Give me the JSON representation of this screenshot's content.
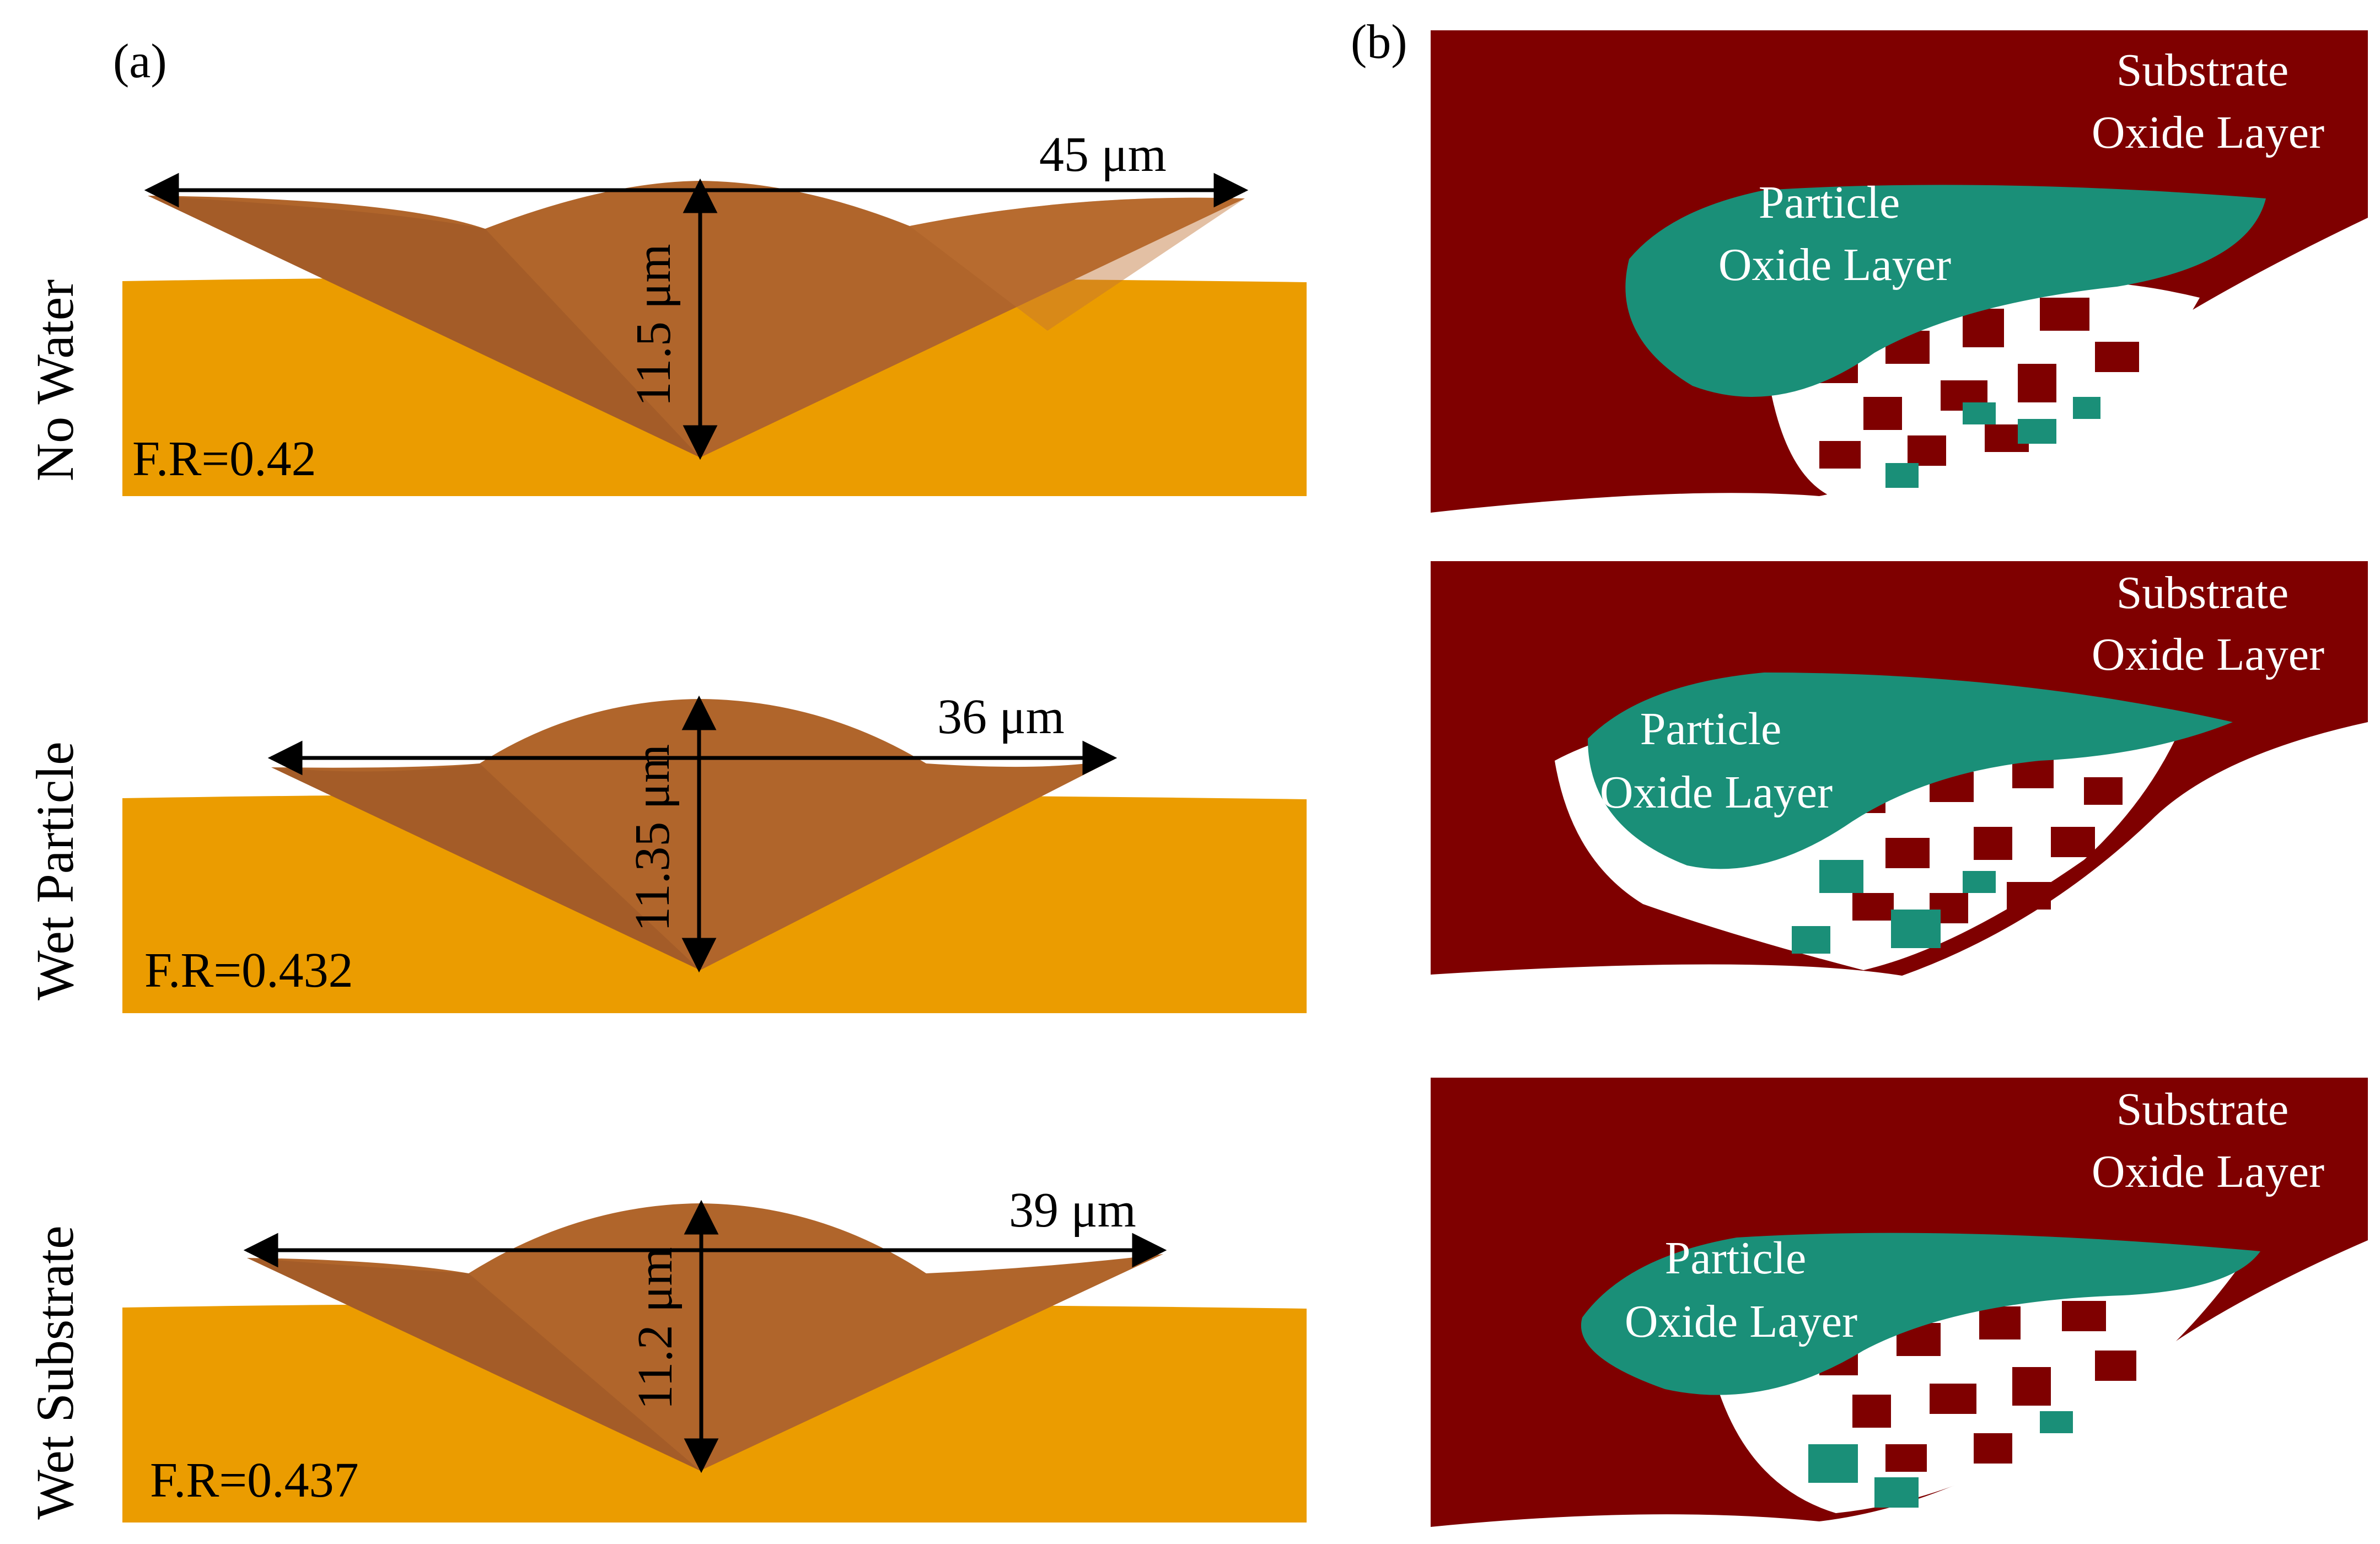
{
  "panel_labels": {
    "a": "(a)",
    "b": "(b)"
  },
  "colors": {
    "substrate": "#eb9c00",
    "particle": "#b0652b",
    "particle_shade": "#9b5526",
    "substrate_oxide": "#7f0000",
    "particle_oxide": "#1a8f78",
    "arrow": "#000000",
    "background": "#ffffff"
  },
  "rows": [
    {
      "label": "No Water",
      "width": "45 μm",
      "height": "11.5 μm",
      "fr": "F.R=0.42"
    },
    {
      "label": "Wet Particle",
      "width": "36 μm",
      "height": "11.35 μm",
      "fr": "F.R=0.432"
    },
    {
      "label": "Wet Substrate",
      "width": "39 μm",
      "height": "11.2 μm",
      "fr": "F.R=0.437"
    }
  ],
  "oxide_labels": {
    "substrate_line1": "Substrate",
    "substrate_line2": "Oxide Layer",
    "particle_line1": "Particle",
    "particle_line2": "Oxide Layer"
  }
}
